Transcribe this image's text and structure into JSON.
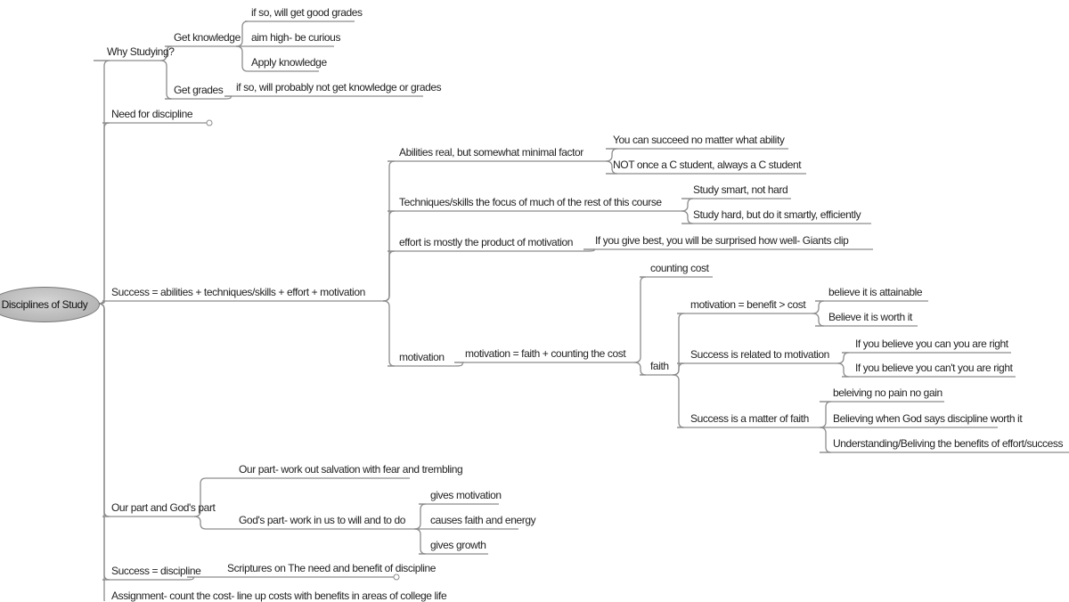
{
  "root": {
    "text": "Disciplines of Study"
  },
  "nodes": [
    {
      "id": "why",
      "parent": "root",
      "text": "Why Studying?"
    },
    {
      "id": "getk",
      "parent": "why",
      "text": "Get knowledge"
    },
    {
      "id": "k1",
      "parent": "getk",
      "text": "if so, will get good grades"
    },
    {
      "id": "k2",
      "parent": "getk",
      "text": "aim high- be curious"
    },
    {
      "id": "k3",
      "parent": "getk",
      "text": "Apply knowledge"
    },
    {
      "id": "getg",
      "parent": "why",
      "text": "Get grades"
    },
    {
      "id": "g1",
      "parent": "getg",
      "text": "if so, will probably not get knowledge or grades"
    },
    {
      "id": "need",
      "parent": "root",
      "text": "Need for discipline",
      "collapsed": true
    },
    {
      "id": "succ",
      "parent": "root",
      "text": "Success = abilities + techniques/skills + effort + motivation"
    },
    {
      "id": "abil",
      "parent": "succ",
      "text": "Abilities real, but somewhat minimal factor"
    },
    {
      "id": "a1",
      "parent": "abil",
      "text": "You can succeed no matter what ability"
    },
    {
      "id": "a2",
      "parent": "abil",
      "text": "NOT once a C student, always a C student"
    },
    {
      "id": "tech",
      "parent": "succ",
      "text": "Techniques/skills the focus of much of the rest of this course"
    },
    {
      "id": "t1",
      "parent": "tech",
      "text": "Study smart, not hard"
    },
    {
      "id": "t2",
      "parent": "tech",
      "text": "Study hard, but do it smartly, efficiently"
    },
    {
      "id": "eff",
      "parent": "succ",
      "text": "effort is mostly the product of motivation"
    },
    {
      "id": "e1",
      "parent": "eff",
      "text": "If you give best, you will be surprised how well- Giants clip"
    },
    {
      "id": "mot",
      "parent": "succ",
      "text": "motivation"
    },
    {
      "id": "mfc",
      "parent": "mot",
      "text": "motivation = faith + counting the cost"
    },
    {
      "id": "cc",
      "parent": "mfc",
      "text": "counting cost"
    },
    {
      "id": "faith",
      "parent": "mfc",
      "text": "faith"
    },
    {
      "id": "mbc",
      "parent": "faith",
      "text": "motivation = benefit > cost"
    },
    {
      "id": "b1",
      "parent": "mbc",
      "text": "believe it is attainable"
    },
    {
      "id": "b2",
      "parent": "mbc",
      "text": "Believe it is worth it"
    },
    {
      "id": "srm",
      "parent": "faith",
      "text": "Success is related to motivation"
    },
    {
      "id": "r1",
      "parent": "srm",
      "text": "If you believe you can you are right"
    },
    {
      "id": "r2",
      "parent": "srm",
      "text": "If you believe you can't you are right"
    },
    {
      "id": "smf",
      "parent": "faith",
      "text": "Success is a matter of faith"
    },
    {
      "id": "f1",
      "parent": "smf",
      "text": "beleiving no pain no gain"
    },
    {
      "id": "f2",
      "parent": "smf",
      "text": "Believing when God says discipline worth it"
    },
    {
      "id": "f3",
      "parent": "smf",
      "text": "Understanding/Beliving the benefits of effort/success"
    },
    {
      "id": "ours",
      "parent": "root",
      "text": "Our part and God's part"
    },
    {
      "id": "op",
      "parent": "ours",
      "text": "Our part- work out salvation with fear and trembling"
    },
    {
      "id": "gp",
      "parent": "ours",
      "text": "God's part- work in us to will and to do"
    },
    {
      "id": "gp1",
      "parent": "gp",
      "text": "gives motivation"
    },
    {
      "id": "gp2",
      "parent": "gp",
      "text": "causes faith and energy"
    },
    {
      "id": "gp3",
      "parent": "gp",
      "text": "gives growth"
    },
    {
      "id": "sd",
      "parent": "root",
      "text": "Success = discipline"
    },
    {
      "id": "scr",
      "parent": "sd",
      "text": "Scriptures on The need and benefit of discipline",
      "collapsed": true
    },
    {
      "id": "asg",
      "parent": "root",
      "text": "Assignment- count the cost- line up costs with benefits in areas of college life"
    }
  ],
  "colors": {
    "line": "#8c8c8c",
    "text": "#222222",
    "root_fill": "#bdbdbd"
  }
}
